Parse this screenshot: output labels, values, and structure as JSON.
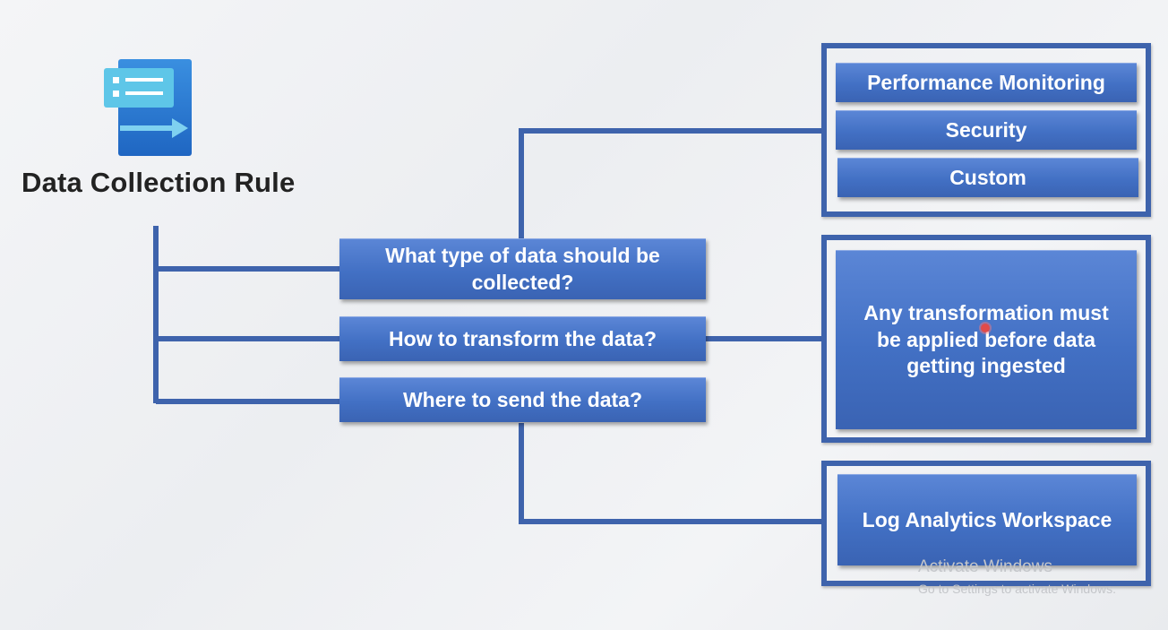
{
  "rule": {
    "title": "Data Collection Rule",
    "icon": "data-collection-rule-icon"
  },
  "questions": [
    "What type of data should be collected?",
    "How to transform the data?",
    "Where to send the data?"
  ],
  "data_types": [
    "Performance Monitoring",
    "Security",
    "Custom"
  ],
  "transformation_note": "Any transformation must be applied before data getting ingested",
  "destination": "Log Analytics Workspace",
  "watermark": {
    "line1": "Activate Windows",
    "line2": "Go to Settings to activate Windows."
  },
  "colors": {
    "box_fill": "#4a76c8",
    "connector": "#3e63ac",
    "icon_blue": "#2f7fd6",
    "icon_cyan": "#5ec6e8"
  }
}
